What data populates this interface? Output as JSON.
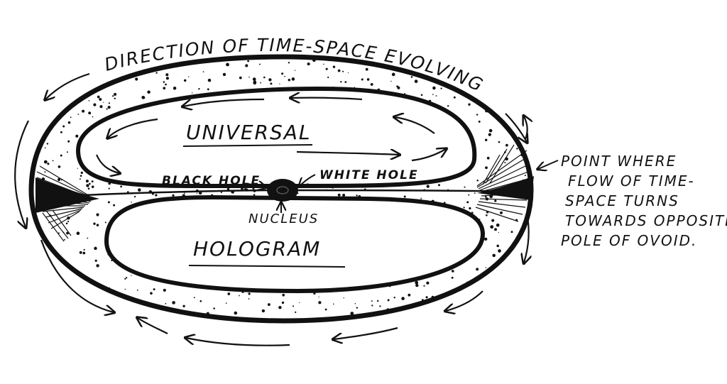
{
  "labels": {
    "arc_title": "DIRECTION OF TIME-SPACE EVOLVING",
    "upper_region": "UNIVERSAL",
    "lower_region": "HOLOGRAM",
    "left_node": "BLACK HOLE",
    "right_node": "WHITE HOLE",
    "center_node": "NUCLEUS",
    "pole_note": [
      "POINT WHERE",
      "FLOW OF TIME-",
      "SPACE TURNS",
      "TOWARDS OPPOSITE",
      "POLE OF OVOID."
    ]
  },
  "colors": {
    "ink": "#111111",
    "paper": "#ffffff"
  }
}
